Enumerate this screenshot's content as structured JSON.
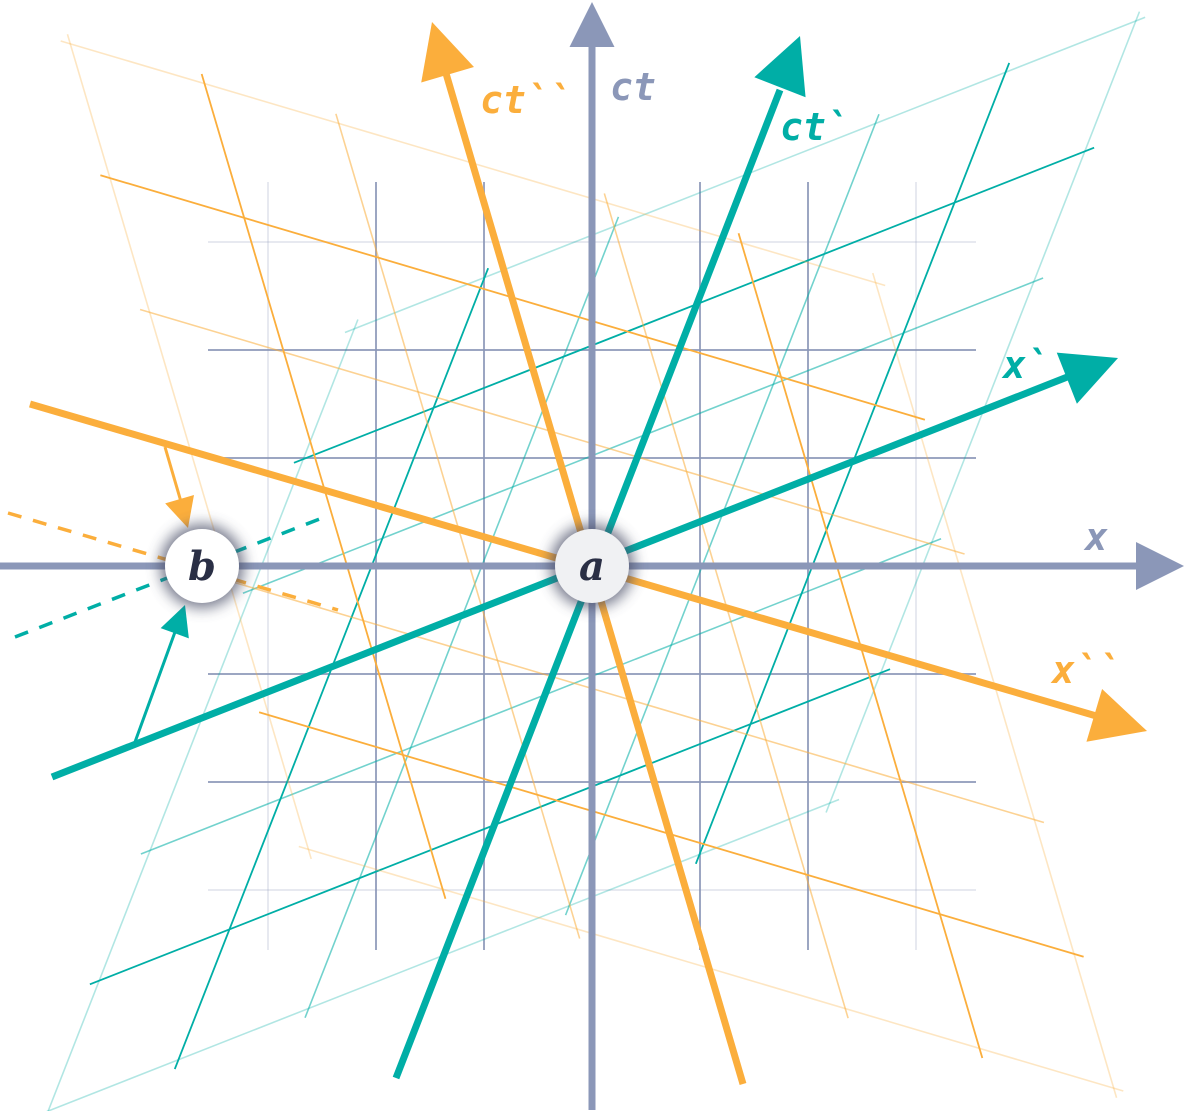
{
  "colors": {
    "rest": "#8b97b8",
    "teal": "#00aea6",
    "orange": "#fbae3c",
    "point_text": "#2a2f45"
  },
  "labels": {
    "ct": "ct",
    "x": "x",
    "ct_prime": "ct`",
    "x_prime": "x`",
    "ct_double_prime": "ct``",
    "x_double_prime": "x``"
  },
  "events": {
    "a": "a",
    "b": "b"
  }
}
